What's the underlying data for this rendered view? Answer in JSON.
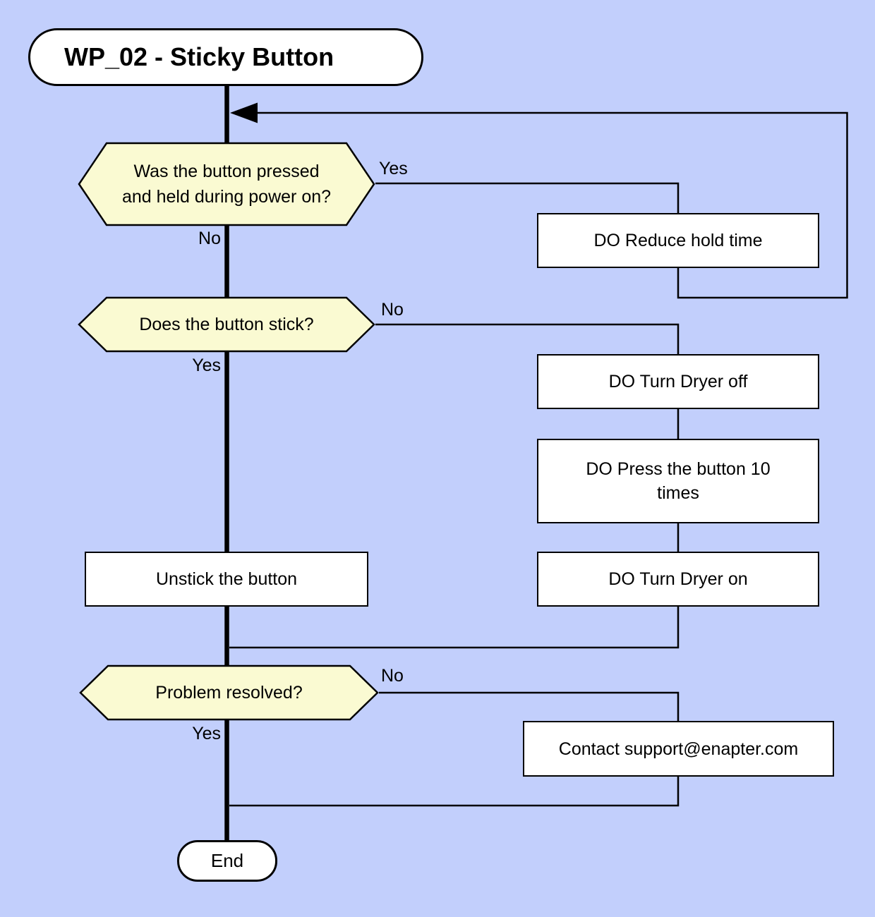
{
  "colors": {
    "background": "#C2CFFC",
    "decision_fill": "#FAFAD2",
    "process_fill": "#FFFFFF",
    "line": "#000000"
  },
  "title": {
    "label": "WP_02 - Sticky Button"
  },
  "decisions": [
    {
      "question": "Was the button pressed and held during power on?",
      "line1": "Was the button pressed",
      "line2": "and held during power on?",
      "yes": "Yes",
      "no": "No"
    },
    {
      "question": "Does the button stick?",
      "yes": "Yes",
      "no": "No"
    },
    {
      "question": "Problem resolved?",
      "yes": "Yes",
      "no": "No"
    }
  ],
  "processes": {
    "reduce_hold_time": "DO Reduce hold time",
    "turn_dryer_off": "DO Turn Dryer off",
    "press_button": "DO Press the button 10 times",
    "unstick": "Unstick the button",
    "turn_dryer_on": "DO Turn Dryer on",
    "contact": "Contact support@enapter.com"
  },
  "terminal": {
    "end": "End"
  }
}
